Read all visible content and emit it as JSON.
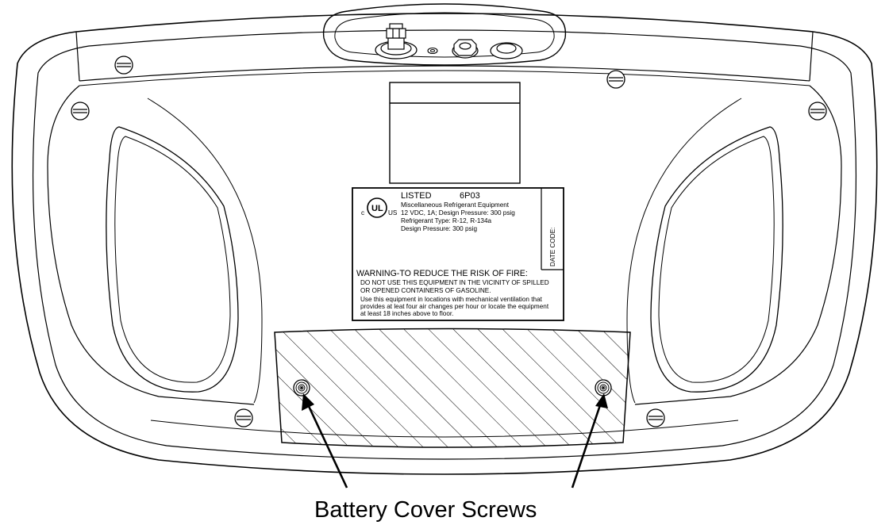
{
  "callout": {
    "label": "Battery Cover Screws"
  },
  "nameplate": {
    "ul_c": "c",
    "ul_mark": "UL",
    "ul_us": "US",
    "listed": "LISTED",
    "code": "6P03",
    "line1": "Miscellaneous Refrigerant Equipment",
    "line2": "12 VDC, 1A; Design Pressure: 300 psig",
    "line3": "Refrigerant Type: R-12, R-134a",
    "line4": "Design Pressure:  300 psig",
    "date_code": "DATE CODE:",
    "warning_title": "WARNING-TO REDUCE THE RISK OF FIRE:",
    "warning1": "DO NOT USE THIS EQUIPMENT IN THE VICINITY OF SPILLED",
    "warning2": "OR OPENED CONTAINERS OF GASOLINE.",
    "warning3": "Use this equipment in locations with mechanical ventilation that",
    "warning4": "provides at leat four air changes per hour or locate the equipment",
    "warning5": "at least 18 inches above to floor."
  }
}
